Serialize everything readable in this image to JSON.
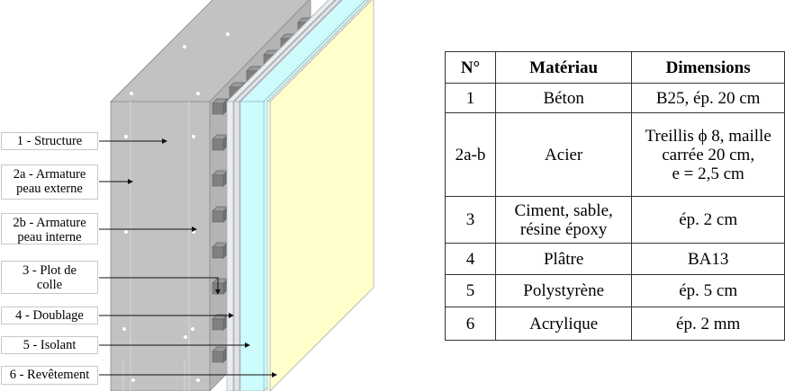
{
  "labels": [
    {
      "id": "1",
      "lines": [
        "1 - Structure"
      ]
    },
    {
      "id": "2a",
      "lines": [
        "2a - Armature",
        "peau externe"
      ]
    },
    {
      "id": "2b",
      "lines": [
        "2b - Armature",
        "peau interne"
      ]
    },
    {
      "id": "3",
      "lines": [
        "3 - Plot de",
        "colle"
      ]
    },
    {
      "id": "4",
      "lines": [
        "4 - Doublage"
      ]
    },
    {
      "id": "5",
      "lines": [
        "5 - Isolant"
      ]
    },
    {
      "id": "6",
      "lines": [
        "6 - Revêtement"
      ]
    }
  ],
  "table": {
    "headers": [
      "N°",
      "Matériau",
      "Dimensions"
    ],
    "rows": [
      {
        "n": "1",
        "material": [
          "Béton"
        ],
        "dims": [
          "B25, ép. 20 cm"
        ]
      },
      {
        "n": "2a-b",
        "material": [
          "Acier"
        ],
        "dims": [
          "Treillis ϕ 8, maille",
          "carrée 20 cm,",
          "e = 2,5 cm"
        ]
      },
      {
        "n": "3",
        "material": [
          "Ciment, sable,",
          "résine époxy"
        ],
        "dims": [
          "ép. 2 cm"
        ]
      },
      {
        "n": "4",
        "material": [
          "Plâtre"
        ],
        "dims": [
          "BA13"
        ]
      },
      {
        "n": "5",
        "material": [
          "Polystyrène"
        ],
        "dims": [
          "ép. 5 cm"
        ]
      },
      {
        "n": "6",
        "material": [
          "Acrylique"
        ],
        "dims": [
          "ép. 2 mm"
        ]
      }
    ]
  },
  "colors": {
    "concrete": "#c2c2c2",
    "concrete_side": "#b4b4b4",
    "plot": "#808080",
    "doublage": "#ececec",
    "isolant": "#ccfcfc",
    "revetement": "#ffffcc"
  }
}
